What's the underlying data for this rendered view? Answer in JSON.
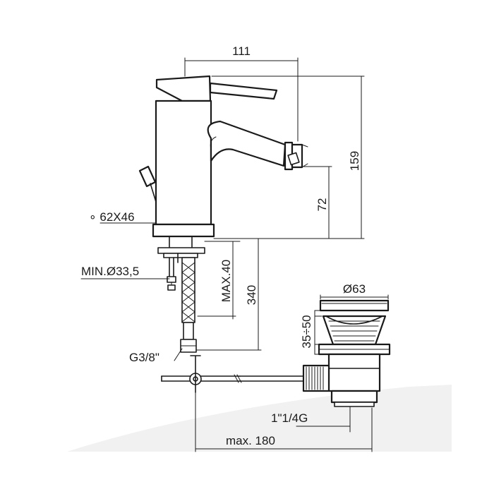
{
  "dimensions": {
    "width_overall": "111",
    "height_overall": "159",
    "spout_height": "72",
    "base_size": "∘ 62X46",
    "hole_min": "MIN.Ø33,5",
    "thickness_max": "MAX.40",
    "hose_length": "340",
    "connection": "G3/8\"",
    "waste_diameter": "Ø63",
    "waste_range": "35÷50",
    "waste_thread": "1\"1/4G",
    "rod_max": "max. 180"
  },
  "colors": {
    "line": "#1a1a1a",
    "background": "#ffffff",
    "floor": "#f1f1f1"
  }
}
